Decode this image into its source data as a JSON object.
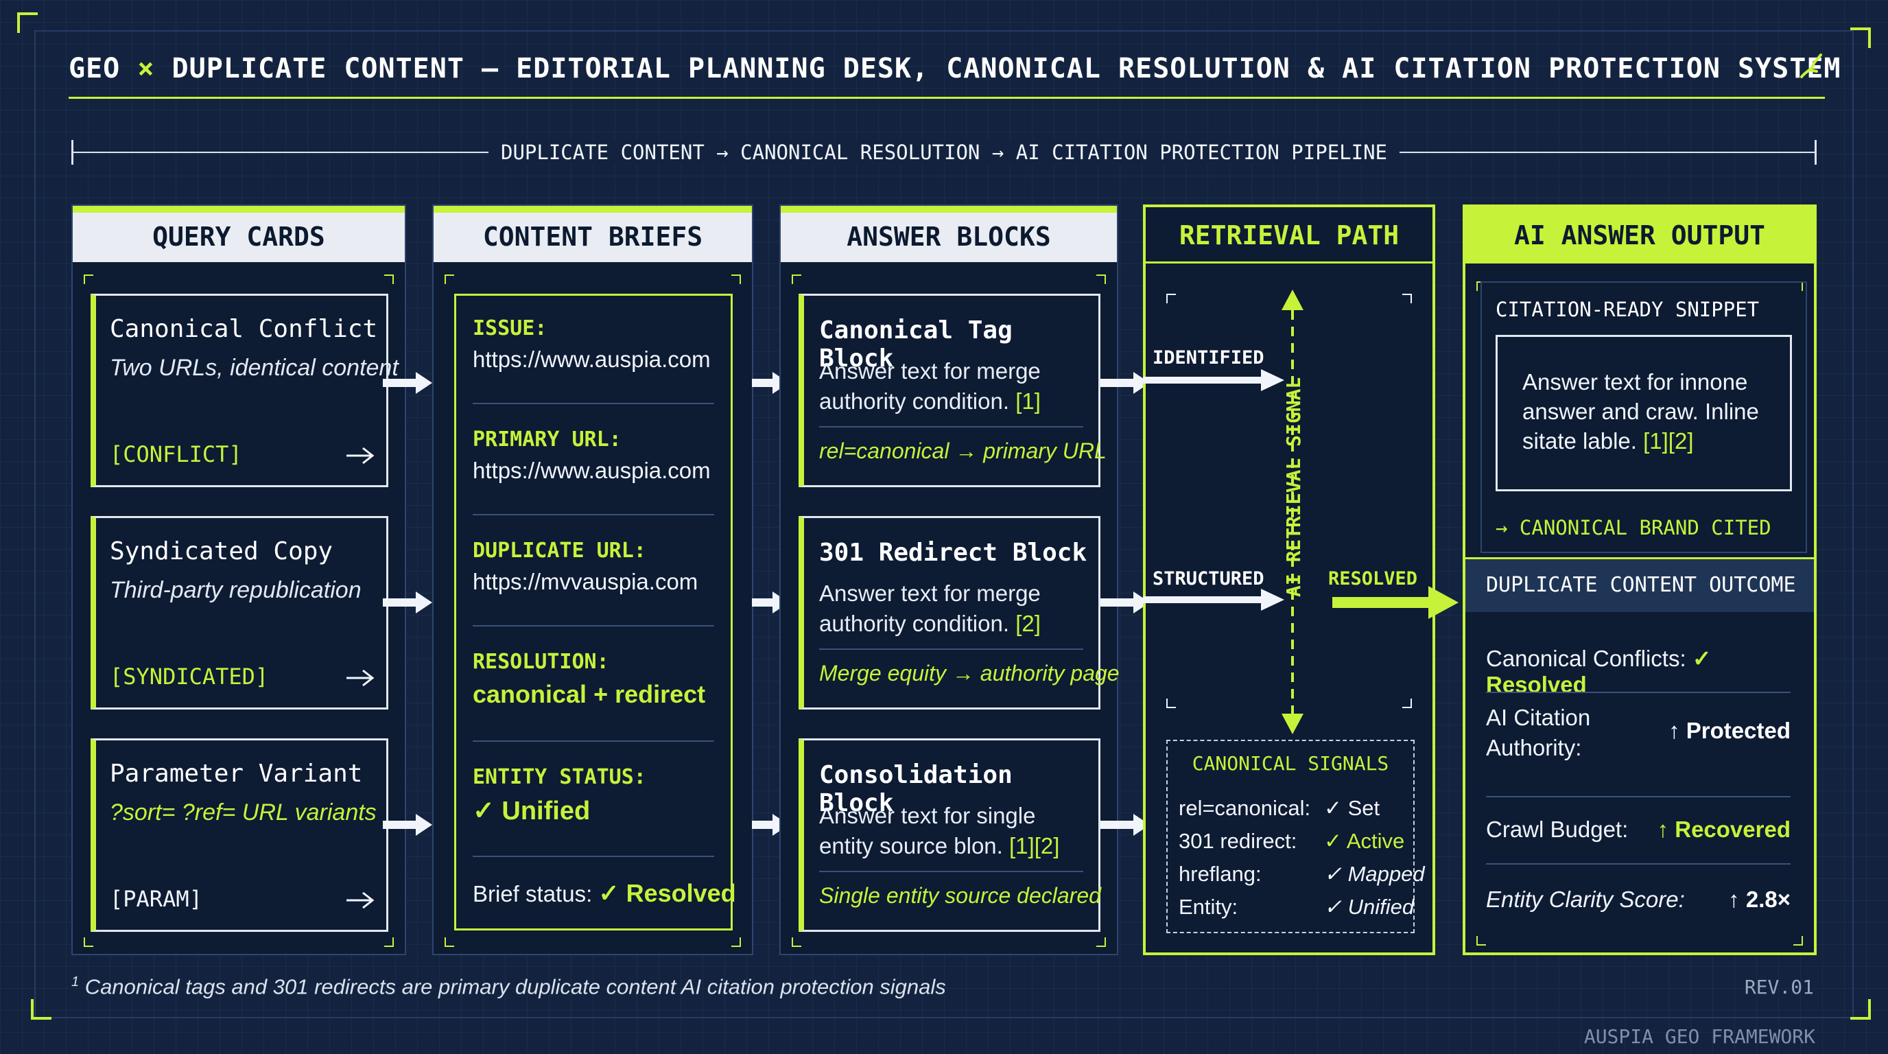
{
  "header": {
    "title_part1": "GEO",
    "title_symbol": "×",
    "title_part2": "DUPLICATE CONTENT — EDITORIAL PLANNING DESK, CANONICAL RESOLUTION & AI CITATION PROTECTION SYSTEM",
    "pipeline": "DUPLICATE CONTENT → CANONICAL RESOLUTION → AI CITATION PROTECTION PIPELINE"
  },
  "columns": {
    "query_cards": {
      "title": "QUERY CARDS",
      "cards": [
        {
          "title": "Canonical Conflict",
          "subtitle": "Two URLs, identical content",
          "tag": "[CONFLICT]"
        },
        {
          "title": "Syndicated Copy",
          "subtitle": "Third-party republication",
          "tag": "[SYNDICATED]"
        },
        {
          "title": "Parameter Variant",
          "subtitle": "?sort= ?ref= URL variants",
          "tag": "[PARAM]"
        }
      ]
    },
    "content_briefs": {
      "title": "CONTENT BRIEFS",
      "issue_label": "ISSUE:",
      "issue_value": "https://www.auspia.com",
      "primary_label": "PRIMARY URL:",
      "primary_value": "https://www.auspia.com",
      "duplicate_label": "DUPLICATE URL:",
      "duplicate_value": "https://mvvauspia.com",
      "resolution_label": "RESOLUTION:",
      "resolution_value": "canonical + redirect",
      "entity_label": "ENTITY STATUS:",
      "entity_value": "✓ Unified",
      "brief_status_label": "Brief status:",
      "brief_status_value": "✓ Resolved"
    },
    "answer_blocks": {
      "title": "ANSWER BLOCKS",
      "blocks": [
        {
          "title": "Canonical Tag Block",
          "line1": "Answer text for merge",
          "line2": "authority condition.",
          "ref": "[1]",
          "link": "rel=canonical → primary URL"
        },
        {
          "title": "301 Redirect Block",
          "line1": "Answer text for merge",
          "line2": "authority condition.",
          "ref": "[2]",
          "link": "Merge equity → authority page"
        },
        {
          "title": "Consolidation Block",
          "line1": "Answer text for single",
          "line2": "entity source blon.",
          "ref": "[1][2]",
          "link": "Single entity source declared"
        }
      ]
    },
    "retrieval_path": {
      "title": "RETRIEVAL PATH",
      "identified": "IDENTIFIED",
      "structured": "STRUCTURED",
      "resolved": "RESOLVED",
      "signal_label": "AI RETRIEVAL SIGNAL",
      "signals_title": "CANONICAL SIGNALS",
      "signals": [
        {
          "key": "rel=canonical:",
          "value": "✓ Set"
        },
        {
          "key": "301 redirect:",
          "value": "✓ Active"
        },
        {
          "key": "hreflang:",
          "value": "✓ Mapped"
        },
        {
          "key": "Entity:",
          "value": "✓ Unified"
        }
      ]
    },
    "ai_output": {
      "title": "AI ANSWER OUTPUT",
      "snippet_title": "CITATION-READY SNIPPET",
      "snippet_line1": "Answer text for innone",
      "snippet_line2": "answer and craw. Inline",
      "snippet_line3": "sitate lable.",
      "snippet_ref": "[1][2]",
      "snippet_cited": "→ CANONICAL BRAND CITED",
      "outcome_title": "DUPLICATE CONTENT OUTCOME",
      "outcomes": [
        {
          "label": "Canonical Conflicts:",
          "value": "✓ Resolved"
        },
        {
          "label": "AI Citation Authority:",
          "value": "↑ Protected"
        },
        {
          "label": "Crawl Budget:",
          "value": "↑ Recovered"
        },
        {
          "label": "Entity Clarity Score:",
          "value": "↑ 2.8×"
        }
      ]
    }
  },
  "footer": {
    "footnote_mark": "1",
    "footnote": "Canonical tags and 301 redirects are primary duplicate content AI citation protection signals",
    "revision": "REV.01",
    "brand": "AUSPIA GEO FRAMEWORK"
  },
  "colors": {
    "accent": "#c7f23a",
    "background": "#13233f",
    "panel": "#0d1b33"
  },
  "icons": [
    "arrow-right-icon",
    "flow-arrow-icon",
    "logo-flourish-icon"
  ]
}
